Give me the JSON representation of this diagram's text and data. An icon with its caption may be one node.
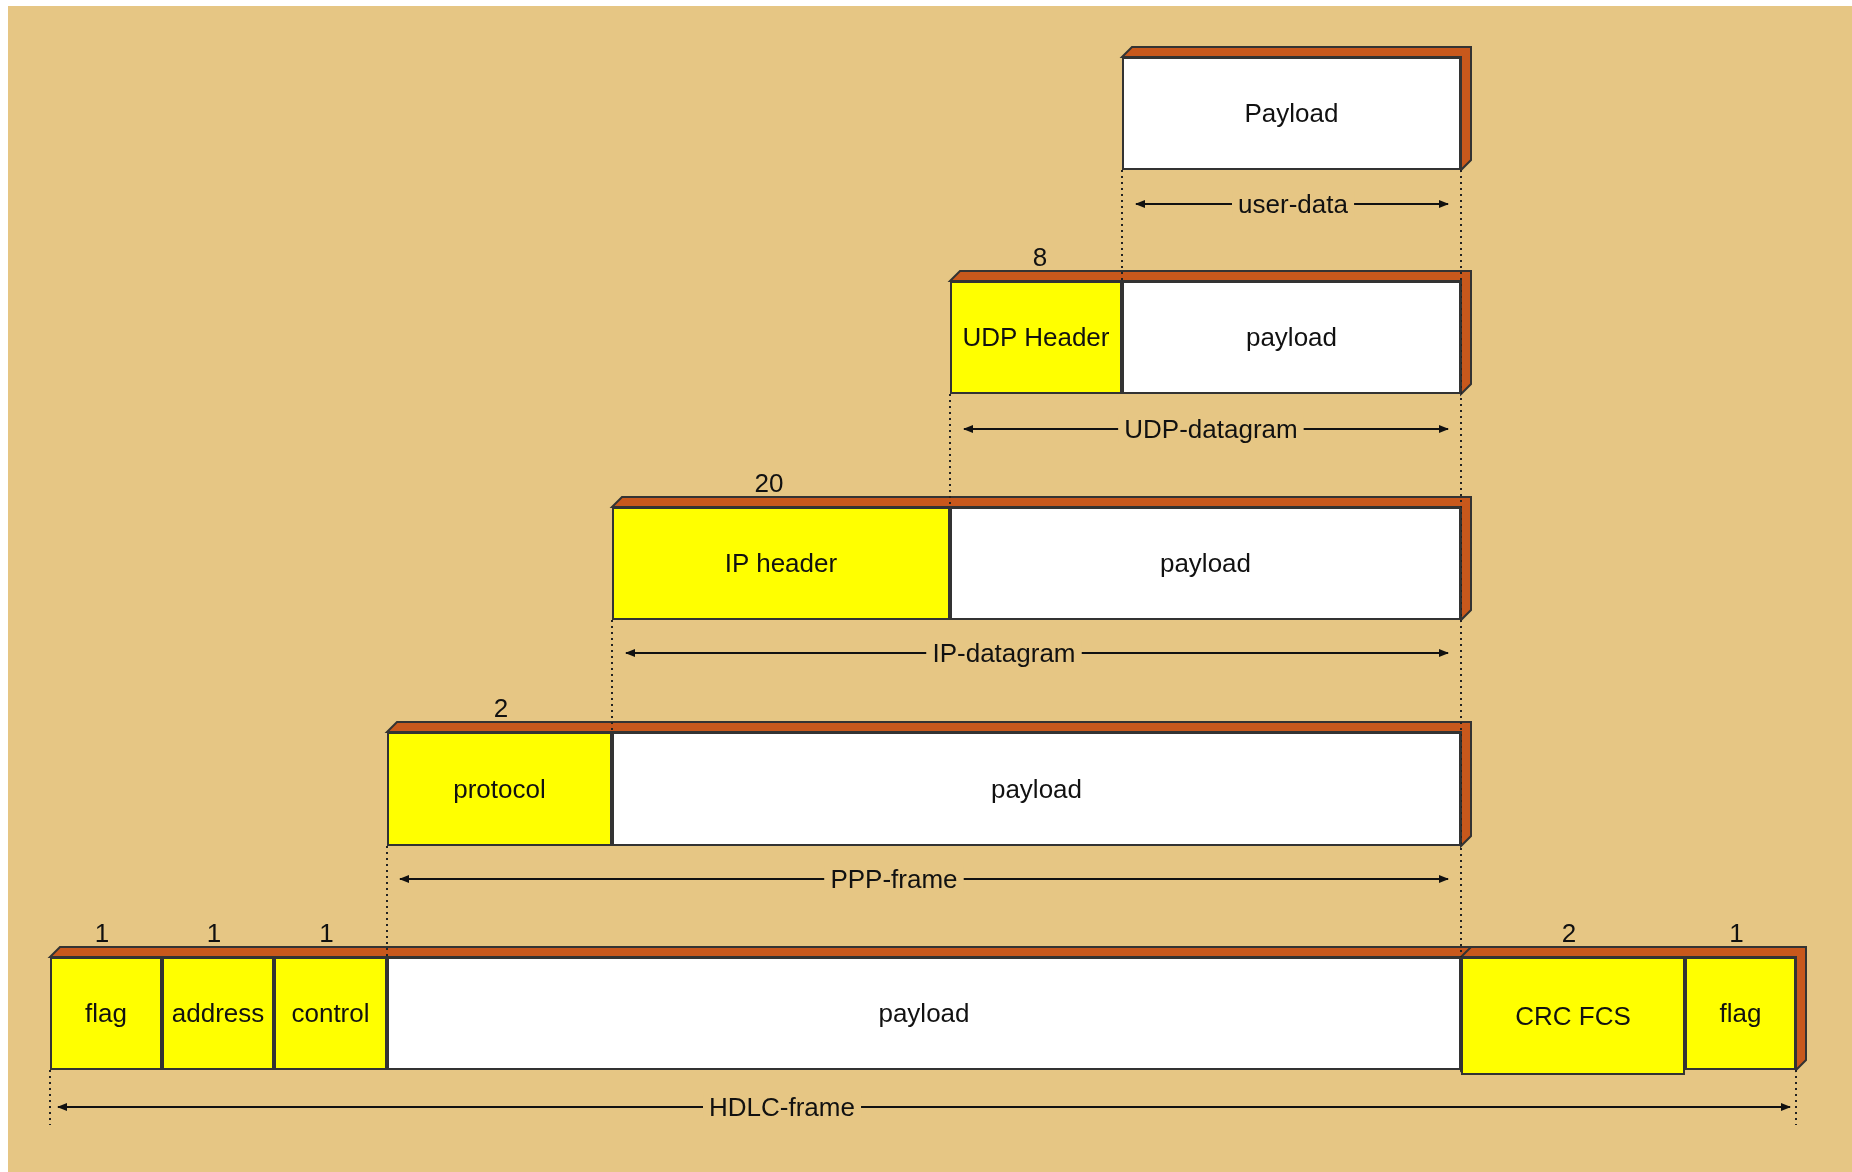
{
  "diagram": {
    "nodes": [
      {
        "text": [
          "Payload"
        ]
      },
      {
        "text": [
          "UDP Header"
        ],
        "beside": [
          "8"
        ]
      },
      {
        "text": [
          "payload"
        ]
      },
      {
        "text": [
          "IP header"
        ],
        "beside": [
          "20"
        ]
      },
      {
        "text": [
          "payload"
        ]
      },
      {
        "text": [
          "protocol"
        ],
        "beside": [
          "2"
        ]
      },
      {
        "text": [
          "payload"
        ]
      },
      {
        "text": [
          "flag"
        ],
        "beside": [
          "1"
        ]
      },
      {
        "text": [
          "address"
        ],
        "beside": [
          "1"
        ]
      },
      {
        "text": [
          "control"
        ],
        "beside": [
          "1"
        ]
      },
      {
        "text": [
          "payload"
        ]
      },
      {
        "text": [
          "CRC FCS"
        ],
        "beside": [
          "2"
        ]
      },
      {
        "text": [
          "flag"
        ],
        "beside": [
          "1"
        ]
      }
    ],
    "labels": [
      "user-data",
      "UDP-datagram",
      "IP-datagram",
      "PPP-frame",
      "HDLC-frame"
    ]
  }
}
